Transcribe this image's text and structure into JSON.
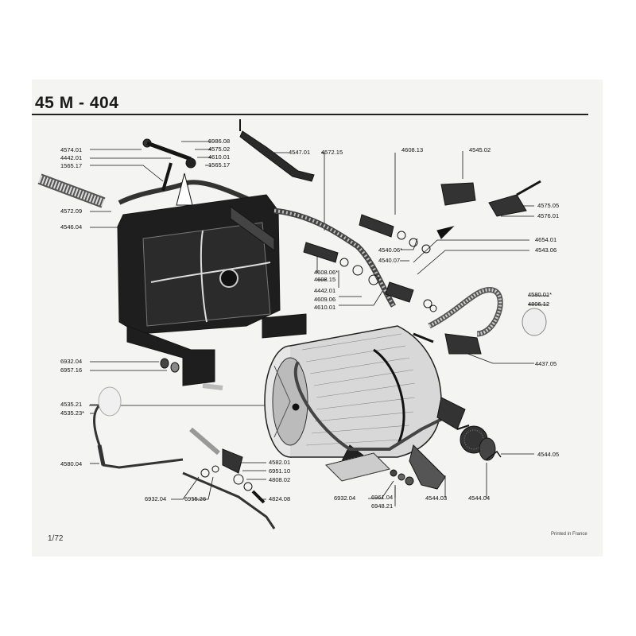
{
  "sheet": {
    "title": "45 M - 404",
    "page": "1/72",
    "printed": "Printed in France"
  },
  "callouts": [
    "4574.01",
    "4442.01",
    "1565.17",
    "4572.09",
    "4546.04",
    "6986.08",
    "4575.02",
    "4610.01",
    "1565.17",
    "4547.01",
    "4572.15",
    "4608.13",
    "4545.02",
    "4575.05",
    "4576.01",
    "4540.06*",
    "4540.07",
    "4654.01",
    "4543.06",
    "4608.06*",
    "4608.15",
    "4442.01",
    "4609.06",
    "4610.01",
    "4580.01*",
    "4806.12",
    "4437.05",
    "6932.04",
    "6957.16",
    "4535.21",
    "4535.23*",
    "4580.04",
    "4582.01",
    "6951.10",
    "4808.02",
    "4824.08",
    "6932.04",
    "6955.26",
    "6932.04",
    "6961.04",
    "6948.21",
    "4544.03",
    "4544.04",
    "4544.05"
  ],
  "colors": {
    "ink": "#151515",
    "paper": "#f4f4f2",
    "tank": "#1e1e1e"
  }
}
